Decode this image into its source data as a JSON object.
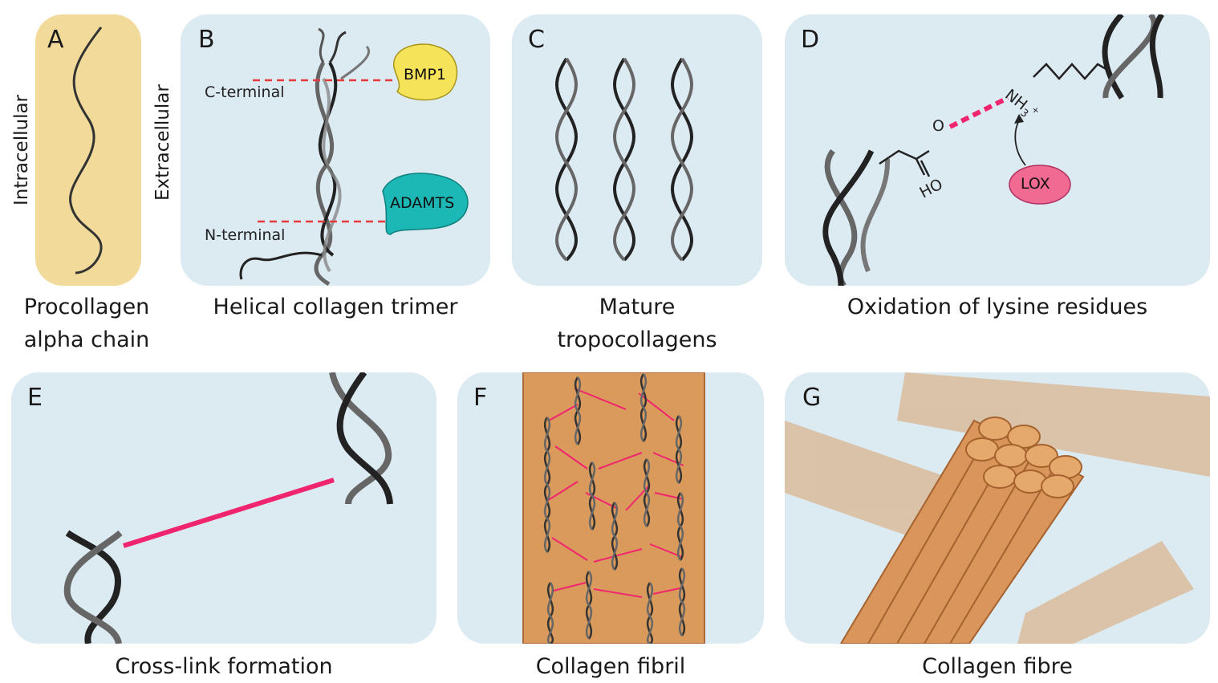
{
  "panels": {
    "a": {
      "letter": "A",
      "caption_line1": "Procollagen",
      "caption_line2": "alpha chain",
      "side_label": "Intracellular"
    },
    "b": {
      "letter": "B",
      "caption": "Helical collagen trimer",
      "side_label": "Extracellular",
      "c_terminal": "C-terminal",
      "n_terminal": "N-terminal",
      "enzyme_top": "BMP1",
      "enzyme_bottom": "ADAMTS"
    },
    "c": {
      "letter": "C",
      "caption_line1": "Mature",
      "caption_line2": "tropocollagens"
    },
    "d": {
      "letter": "D",
      "caption": "Oxidation of lysine residues",
      "oxygen": "O",
      "hydroxyl": "HO",
      "amine": "NH",
      "amine_sub": "3",
      "amine_charge": "+",
      "enzyme": "LOX"
    },
    "e": {
      "letter": "E",
      "caption": "Cross-link formation"
    },
    "f": {
      "letter": "F",
      "caption": "Collagen fibril"
    },
    "g": {
      "letter": "G",
      "caption": "Collagen fibre"
    }
  },
  "colors": {
    "panel_bg": "#dceaf2",
    "intracellular_bg": "#f2db9a",
    "fibril_bg": "#d99a5c",
    "crosslink": "#f0256e",
    "bmp1": "#f5e35a",
    "adamts": "#1cb8b5",
    "lox": "#f06a92",
    "fibre": "#d9955a"
  }
}
